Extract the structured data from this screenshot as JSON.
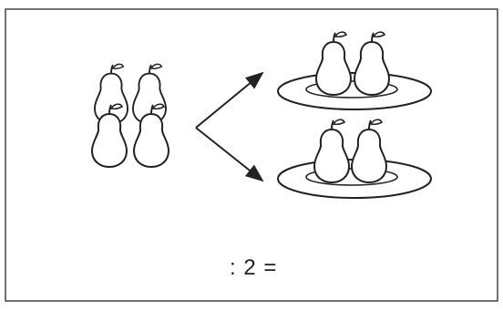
{
  "equation": {
    "text": ": 2 ="
  },
  "colors": {
    "line": "#222222",
    "border": "#444444",
    "background": "#ffffff"
  },
  "content": {
    "pears_total": 4,
    "plates": 2,
    "pears_per_plate": 2
  }
}
